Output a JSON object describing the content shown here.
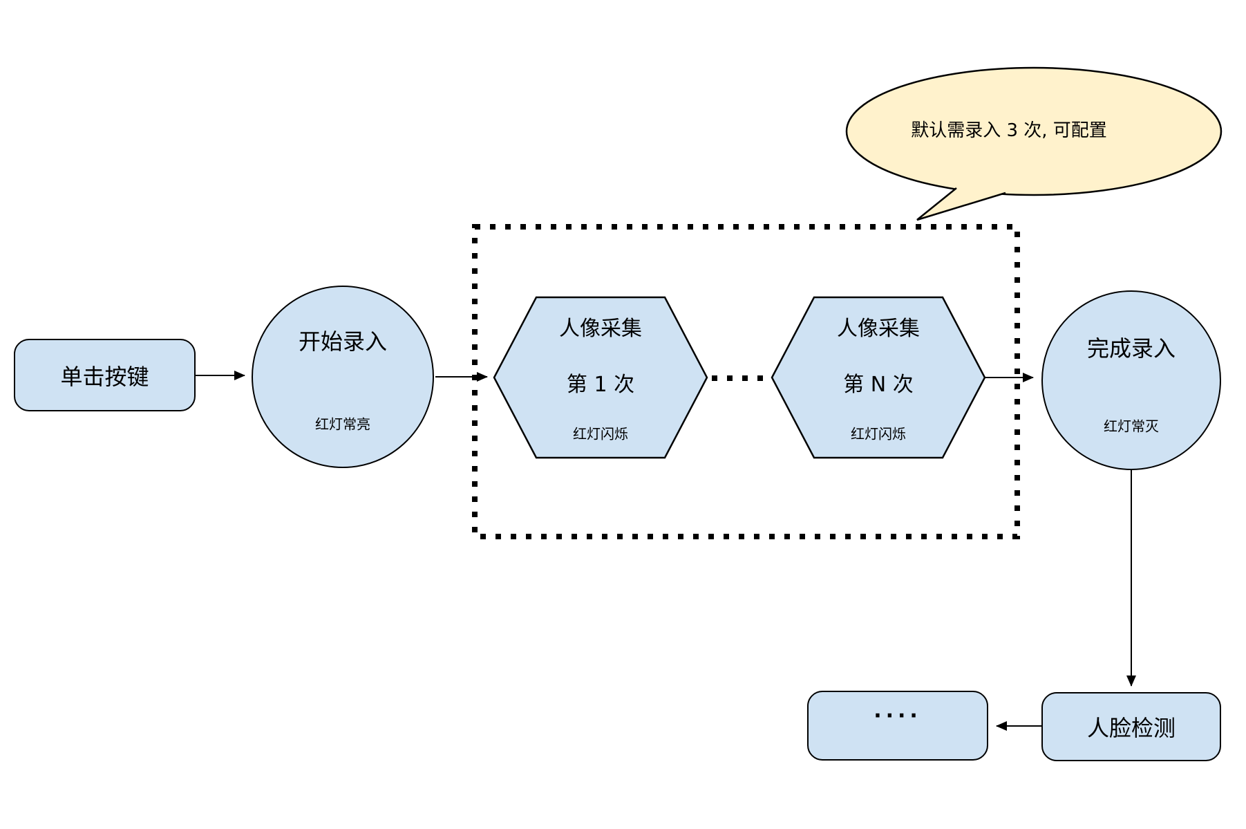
{
  "diagram": {
    "nodes": {
      "click_button": {
        "label": "单击按键"
      },
      "start_enroll": {
        "title": "开始录入",
        "subtitle": "红灯常亮"
      },
      "capture_first": {
        "title": "人像采集",
        "line2": "第 1 次",
        "subtitle": "红灯闪烁"
      },
      "capture_nth": {
        "title": "人像采集",
        "line2": "第 N 次",
        "subtitle": "红灯闪烁"
      },
      "finish_enroll": {
        "title": "完成录入",
        "subtitle": "红灯常灭"
      },
      "face_detect": {
        "label": "人脸检测"
      },
      "more_steps": {
        "label": "...."
      }
    },
    "callout": {
      "text": "默认需录入 3 次, 可配置"
    },
    "colors": {
      "node_fill": "#cfe2f3",
      "callout_fill": "#fff2cc",
      "stroke": "#000000",
      "canvas_bg": "#ffffff"
    }
  }
}
